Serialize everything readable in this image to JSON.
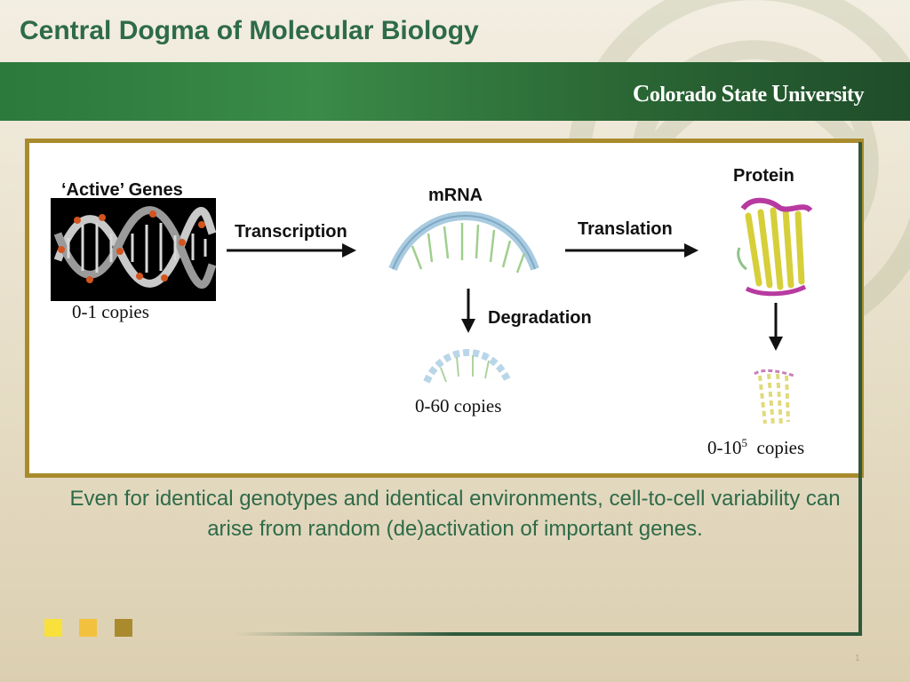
{
  "slide": {
    "title": "Central Dogma of Molecular Biology",
    "logo_parts": [
      "C",
      "olorado ",
      "S",
      "tate ",
      "U",
      "niversity"
    ],
    "page_number": "1"
  },
  "diagram": {
    "genes": {
      "label": "‘Active’ Genes",
      "copies": "0-1 copies"
    },
    "transcription_label": "Transcription",
    "mrna": {
      "label": "mRNA",
      "copies": "0-60 copies"
    },
    "degradation_label": "Degradation",
    "translation_label": "Translation",
    "protein": {
      "label": "Protein",
      "copies_prefix": "0-10",
      "copies_exponent": "5",
      "copies_suffix": "copies"
    }
  },
  "caption": "Even for identical genotypes and identical environments, cell-to-cell variability can arise from random (de)activation of important genes.",
  "theme": {
    "title_green": "#2e6b48",
    "frame_gold": "#a98b2e",
    "squares": [
      "#f7e13a",
      "#f2c23e",
      "#a98b2e"
    ]
  }
}
